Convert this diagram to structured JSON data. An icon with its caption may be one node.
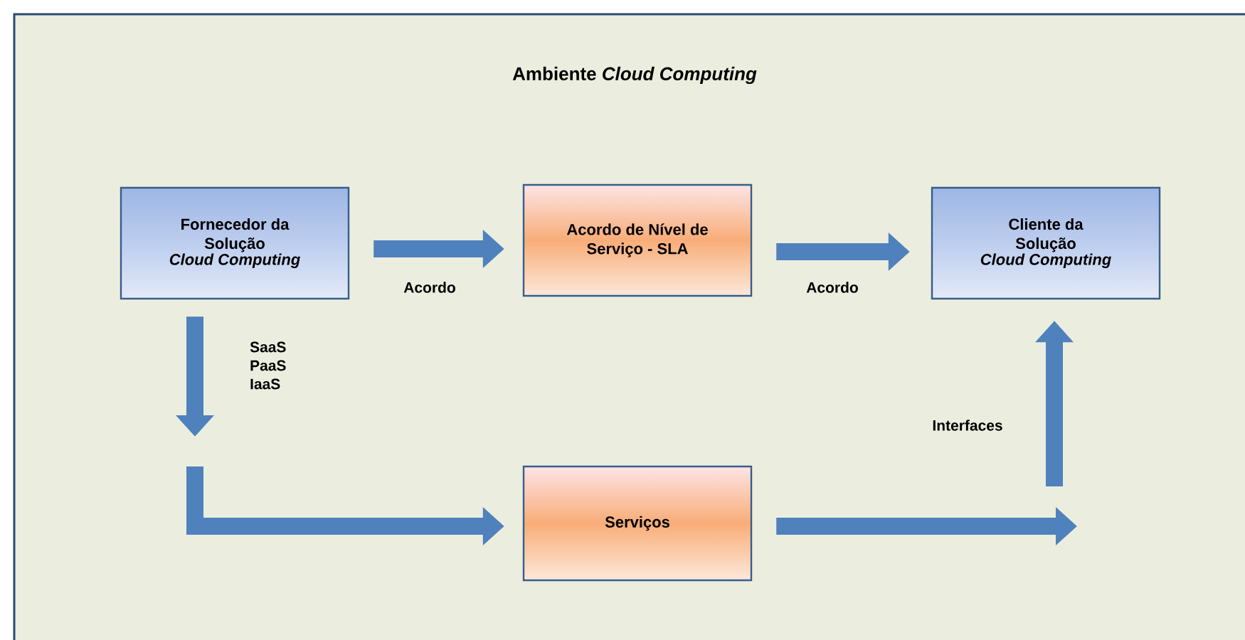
{
  "diagram": {
    "title": "Ambiente *Cloud Computing*",
    "nodes": [
      {
        "text": [
          "Fornecedor da Solução",
          "Cloud Computing"
        ]
      },
      {
        "text": [
          "Acordo de Nível de Serviço - SLA"
        ]
      },
      {
        "text": [
          "Cliente da Solução",
          "Cloud Computing"
        ]
      },
      {
        "text": [
          "Serviços"
        ]
      }
    ],
    "edges": [
      {
        "from": 0,
        "to": 1,
        "arrow": "to",
        "label": "Acordo"
      },
      {
        "from": 1,
        "to": 2,
        "arrow": "to",
        "label": "Acordo"
      },
      {
        "from": 0,
        "to": null,
        "arrow": "to",
        "label": "SaaS PaaS IaaS"
      },
      {
        "from": null,
        "to": 3,
        "arrow": "to"
      },
      {
        "from": 3,
        "to": null,
        "arrow": "to"
      },
      {
        "from": null,
        "to": 2,
        "arrow": "to",
        "label": "Interfaces"
      }
    ]
  }
}
